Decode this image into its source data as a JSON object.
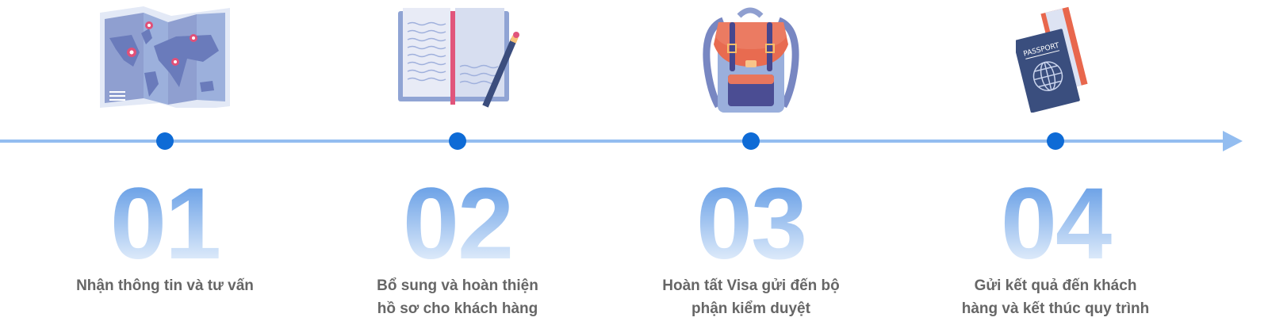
{
  "colors": {
    "line": "#93bdf0",
    "dot": "#0e6bd6",
    "text": "#666666"
  },
  "steps": [
    {
      "number": "01",
      "icon": "map-icon",
      "lines": [
        "Nhận thông tin và tư vấn"
      ]
    },
    {
      "number": "02",
      "icon": "notebook-pencil-icon",
      "lines": [
        "Bổ sung và hoàn thiện",
        "hồ sơ cho khách hàng"
      ]
    },
    {
      "number": "03",
      "icon": "backpack-icon",
      "lines": [
        "Hoàn tất Visa gửi đến bộ",
        "phận kiểm duyệt"
      ]
    },
    {
      "number": "04",
      "icon": "passport-icon",
      "passport_label": "PASSPORT",
      "lines": [
        "Gửi kết quả đến khách",
        "hàng và kết thúc quy trình"
      ]
    }
  ]
}
